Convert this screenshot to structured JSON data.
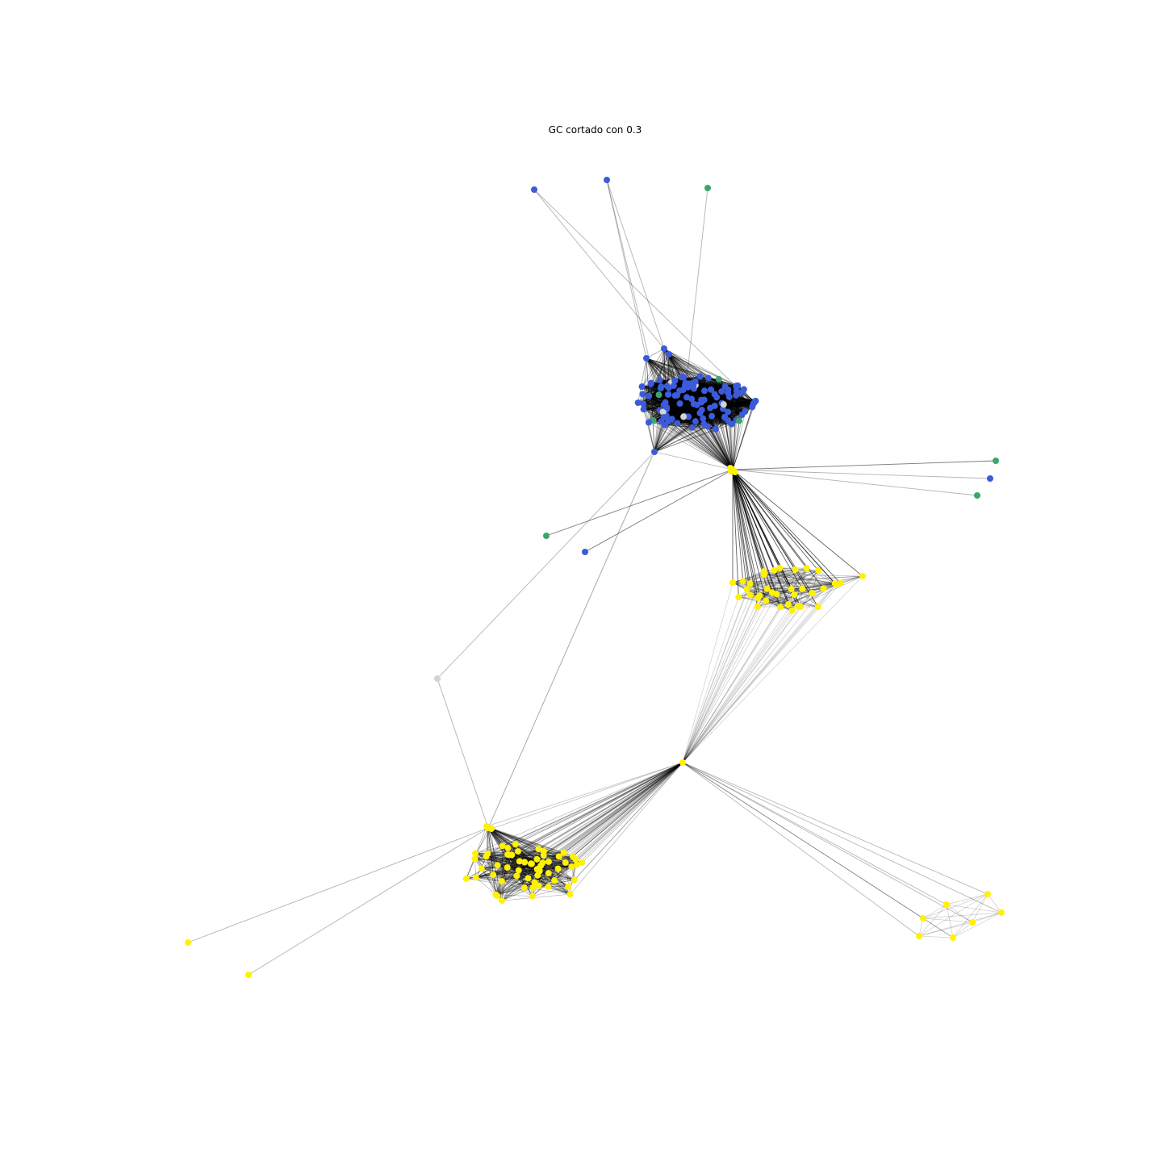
{
  "figure": {
    "title": "GC cortado con 0.3"
  },
  "legend_colors": {
    "blue": "#3b5bdb",
    "green": "#3aa66a",
    "yellow": "#fff200",
    "gray": "#d3d3d3",
    "edge": "#000000"
  },
  "network": {
    "clusters": [
      {
        "name": "blue-cluster",
        "color": "blue",
        "node_count": 110
      },
      {
        "name": "yellow-cluster-mid",
        "color": "yellow",
        "node_count": 36
      },
      {
        "name": "yellow-cluster-low",
        "color": "yellow",
        "node_count": 60
      },
      {
        "name": "yellow-cluster-small",
        "color": "yellow",
        "node_count": 7
      }
    ]
  }
}
